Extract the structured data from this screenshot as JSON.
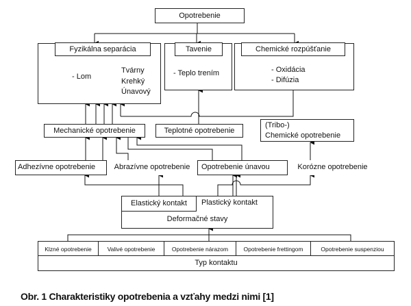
{
  "title": "Opotrebenie",
  "mechanisms": {
    "physical": "Fyzikálna separácia",
    "melting": "Tavenie",
    "chemical": "Chemické rozpúšťanie"
  },
  "physical_details": {
    "lom": "- Lom",
    "tvarny": "Tvárny",
    "krehky": "Krehký",
    "unavovy": "Únavový"
  },
  "melting_detail": "- Teplo trením",
  "chemical_details": {
    "oxidacia": "- Oxidácia",
    "difuzia": "- Difúzia"
  },
  "wear_types": {
    "mechanical": "Mechanické opotrebenie",
    "thermal": "Teplotné opotrebenie",
    "tribo_line1": "(Tribo-)",
    "tribo_line2": "Chemické opotrebenie"
  },
  "wear_modes": {
    "adhesive": "Adhezívne opotrebenie",
    "abrasive": "Abrazívne opotrebenie",
    "fatigue": "Opotrebenie únavou",
    "corrosive": "Korózne opotrebenie"
  },
  "deformation": {
    "elastic": "Elastický kontakt",
    "plastic": "Plastický kontakt",
    "states": "Deformačné stavy"
  },
  "contact": {
    "sliding": "Klzné opotrebenie",
    "rolling": "Valivé opotrebenie",
    "impact": "Opotrebenie nárazom",
    "fretting": "Opotrebenie frettingom",
    "suspension": "Opotrebenie suspenziou",
    "type": "Typ kontaktu"
  },
  "caption": "Obr. 1 Charakteristiky opotrebenia a vzťahy medzi nimi [1]"
}
